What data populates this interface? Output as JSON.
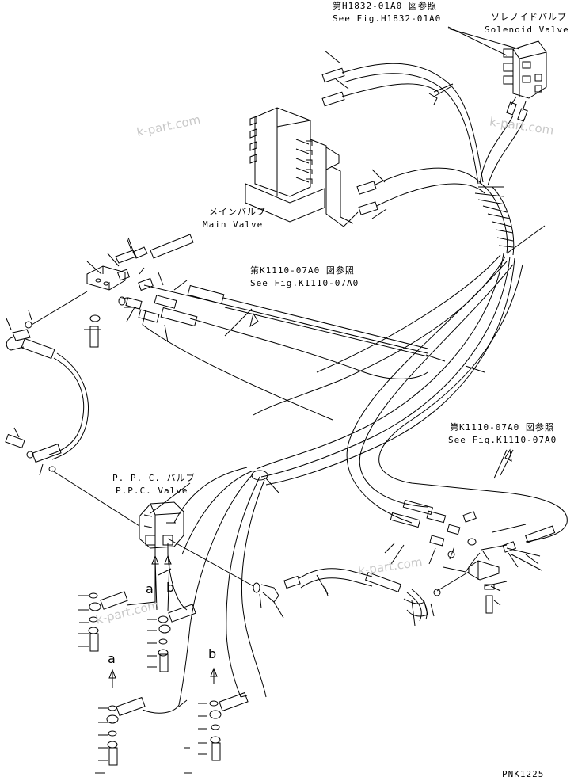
{
  "labels": {
    "ref_h1832_jp": "第H1832-01A0 図参照",
    "ref_h1832_en": "See Fig.H1832-01A0",
    "solenoid_jp": "ソレノイドバルブ",
    "solenoid_en": "Solenoid Valve",
    "main_valve_jp": "メインバルブ",
    "main_valve_en": "Main Valve",
    "ref_k1110_a_jp": "第K1110-07A0 図参照",
    "ref_k1110_a_en": "See Fig.K1110-07A0",
    "ref_k1110_b_jp": "第K1110-07A0 図参照",
    "ref_k1110_b_en": "See Fig.K1110-07A0",
    "ppc_jp": "P. P. C. バルブ",
    "ppc_en": "P.P.C. Valve",
    "marker_a": "a",
    "marker_b": "b",
    "marker_a2": "a",
    "marker_b2": "b",
    "page_code": "PNK1225"
  },
  "watermarks": [
    "k-part.com",
    "k-part.com",
    "k-part.com",
    "k-part.com"
  ]
}
